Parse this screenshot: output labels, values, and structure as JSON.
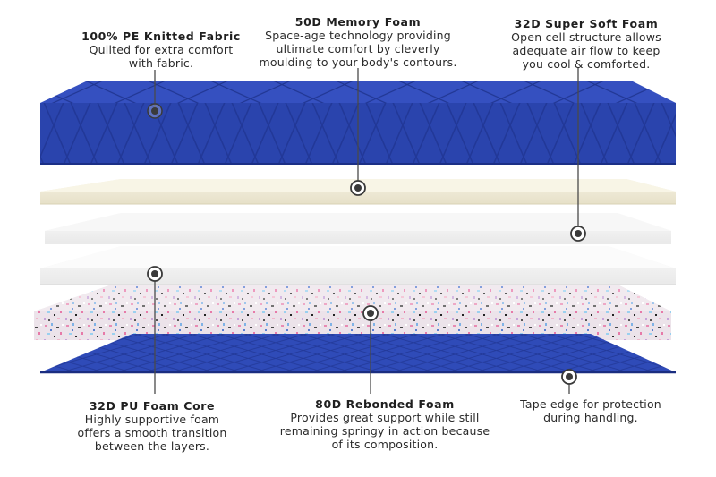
{
  "labels": {
    "fabric": {
      "title": "100% PE Knitted Fabric",
      "desc": "Quilted for extra comfort\nwith fabric."
    },
    "memory_foam": {
      "title": "50D Memory Foam",
      "desc": "Space-age technology providing\nultimate comfort by cleverly\nmoulding to your body's contours."
    },
    "soft_foam": {
      "title": "32D Super Soft Foam",
      "desc": "Open cell structure allows\nadequate air flow to keep\nyou cool & comforted."
    },
    "pu_core": {
      "title": "32D PU Foam Core",
      "desc": "Highly supportive foam\noffers a smooth transition\nbetween the layers."
    },
    "rebonded": {
      "title": "80D Rebonded Foam",
      "desc": "Provides great support while still\nremaining springy in action because\nof its composition."
    },
    "tape_edge": {
      "title": "",
      "desc": "Tape edge for protection\nduring handling."
    }
  },
  "colors": {
    "fabric_blue": "#2c47b3",
    "fabric_blue_dark": "#1f3592",
    "memory_foam": "#f3efdc",
    "soft_foam": "#f3f3f3",
    "core_foam": "#fafafa",
    "marker": "#4a4a4a"
  }
}
